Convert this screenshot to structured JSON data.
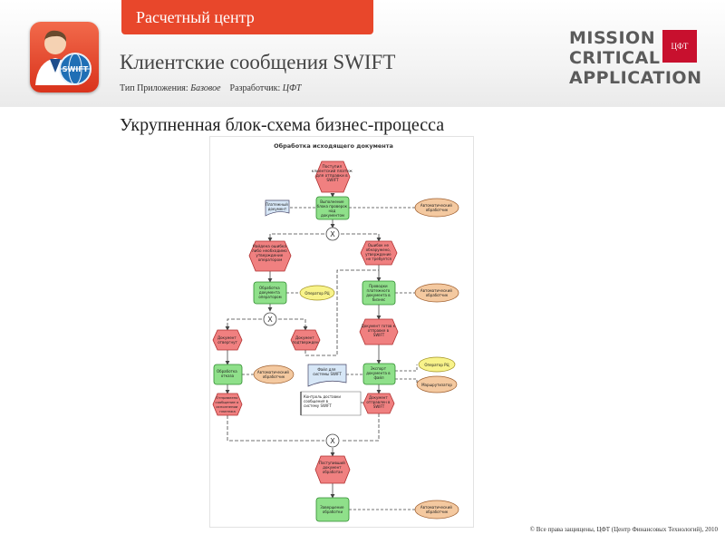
{
  "header": {
    "section_label": "Расчетный центр",
    "app_title": "Клиентские сообщения SWIFT",
    "app_type_label": "Тип Приложения:",
    "app_type_value": "Базовое",
    "developer_label": "Разработчик:",
    "developer_value": "ЦФТ",
    "icon_text": "SWIFT"
  },
  "brand": {
    "line1": "MISSION",
    "line2": "CRITICAL",
    "line3": "APPLICATION",
    "logo_text": "ЦФТ"
  },
  "section_title": "Укрупненная блок-схема бизнес-процесса",
  "diagram": {
    "title": "Обработка исходящего документа",
    "events": {
      "e1": [
        "Поступил",
        "клиентский платеж",
        "для отправки в",
        "SWIFT"
      ],
      "e2": [
        "Найдена ошибка",
        "либо необходимо",
        "утверждение",
        "оператором"
      ],
      "e3": [
        "Ошибок не",
        "обнаружено,",
        "утверждение",
        "не требуется"
      ],
      "e4": [
        "Документ",
        "отвергнут"
      ],
      "e5": [
        "Документ",
        "подтвержден"
      ],
      "e6": [
        "Документ готов к",
        "отправке в",
        "SWIFT"
      ],
      "e7": [
        "Отправлено",
        "сообщение о",
        "исполнении",
        "платежа"
      ],
      "e8": [
        "Документ",
        "отправлен в",
        "SWIFT"
      ],
      "e9": [
        "Поступивший",
        "документ",
        "обработан"
      ]
    },
    "functions": {
      "f1": [
        "Выполнение",
        "блока проверок",
        "над",
        "документом"
      ],
      "f2": [
        "Обработка",
        "документа",
        "оператором"
      ],
      "f3": [
        "Проводки",
        "платежного",
        "документа в",
        "бизнес"
      ],
      "f4": [
        "Обработка",
        "отказа"
      ],
      "f5": [
        "Экспорт",
        "документа в",
        "файл"
      ],
      "f6": [
        "Завершение",
        "обработки"
      ]
    },
    "roles": {
      "auto1": [
        "Автоматический",
        "обработчик"
      ],
      "auto2": [
        "Автоматический",
        "обработчик"
      ],
      "auto3": [
        "Автоматический",
        "обработчик"
      ],
      "auto4": [
        "Автоматический",
        "обработчик"
      ],
      "route": [
        "Маршрутизатор"
      ],
      "op1": [
        "Оператор РЦ"
      ],
      "op2": [
        "Оператор РЦ"
      ]
    },
    "documents": {
      "d1": [
        "Платежный",
        "документ"
      ],
      "d2": [
        "Файл для",
        "системы SWIFT"
      ]
    },
    "note": [
      "Контроль доставки",
      "сообщения в",
      "систему SWIFT"
    ],
    "xor_symbol": "X"
  },
  "footer": "© Все права защищены, ЦФТ (Центр Финансовых Технологий), 2010",
  "colors": {
    "accent": "#e8472b",
    "event_fill": "#f08080",
    "function_fill": "#8fe08a",
    "role_fill": "#f4c9a0",
    "operator_fill": "#f8f38a",
    "document_fill": "#d7e7f7"
  }
}
